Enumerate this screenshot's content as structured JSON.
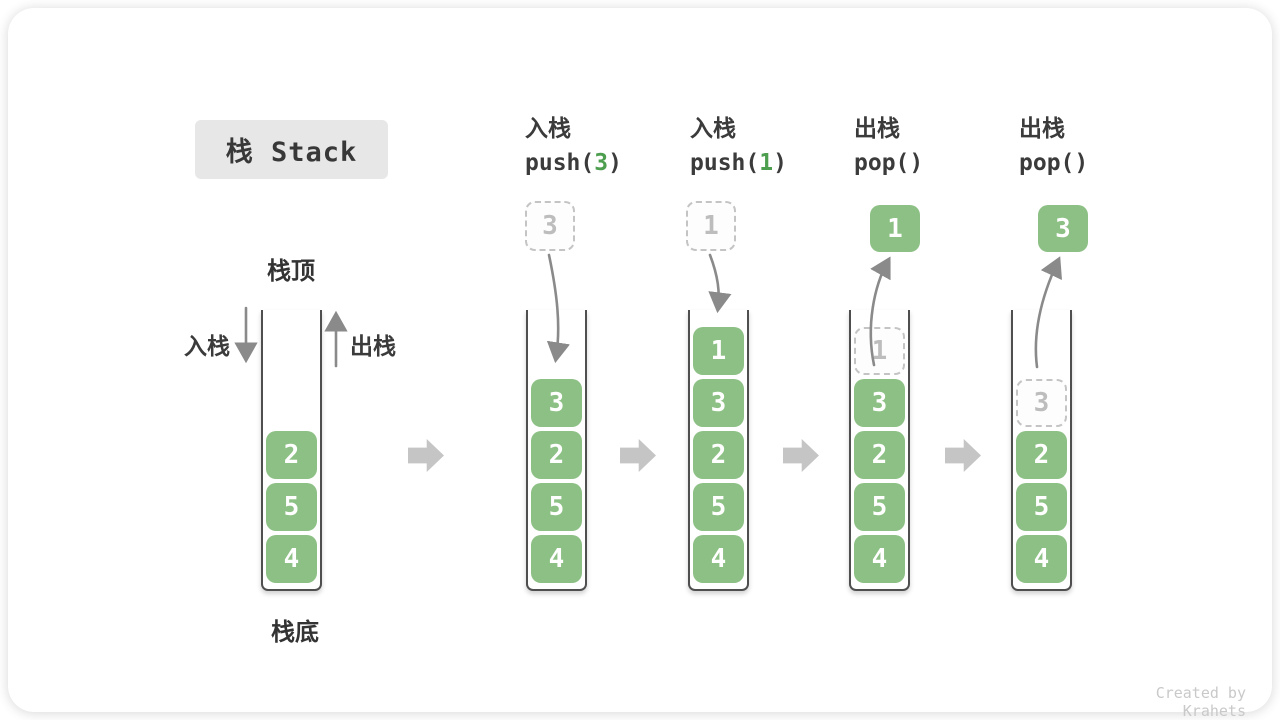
{
  "title": "栈 Stack",
  "labels": {
    "stack_top": "栈顶",
    "stack_bottom": "栈底",
    "push_side": "入栈",
    "pop_side": "出栈"
  },
  "operations": [
    {
      "label": "入栈",
      "code_pre": "push(",
      "arg": "3",
      "code_post": ")"
    },
    {
      "label": "入栈",
      "code_pre": "push(",
      "arg": "1",
      "code_post": ")"
    },
    {
      "label": "出栈",
      "code_pre": "pop(",
      "arg": "",
      "code_post": ")"
    },
    {
      "label": "出栈",
      "code_pre": "pop(",
      "arg": "",
      "code_post": ")"
    }
  ],
  "stacks": [
    {
      "name": "initial",
      "cells": [
        {
          "v": "2"
        },
        {
          "v": "5"
        },
        {
          "v": "4"
        }
      ]
    },
    {
      "name": "after-push-3",
      "incoming": {
        "v": "3"
      },
      "cells": [
        {
          "v": "3"
        },
        {
          "v": "2"
        },
        {
          "v": "5"
        },
        {
          "v": "4"
        }
      ]
    },
    {
      "name": "after-push-1",
      "incoming": {
        "v": "1"
      },
      "cells": [
        {
          "v": "1"
        },
        {
          "v": "3"
        },
        {
          "v": "2"
        },
        {
          "v": "5"
        },
        {
          "v": "4"
        }
      ]
    },
    {
      "name": "after-pop-1",
      "popped": {
        "v": "1"
      },
      "ghost": {
        "v": "1"
      },
      "cells": [
        {
          "v": "3"
        },
        {
          "v": "2"
        },
        {
          "v": "5"
        },
        {
          "v": "4"
        }
      ]
    },
    {
      "name": "after-pop-3",
      "popped": {
        "v": "3"
      },
      "ghost": {
        "v": "3"
      },
      "cells": [
        {
          "v": "2"
        },
        {
          "v": "5"
        },
        {
          "v": "4"
        }
      ]
    }
  ],
  "footer": "Created by Krahets",
  "colors": {
    "box_green": "#8CC084",
    "code_green": "#4D9E4F",
    "flow_arrow_gray": "#C5C5C5",
    "line_gray": "#8A8A8A",
    "tube_wall": "#4F4F4F",
    "title_bg": "#E7E7E7",
    "text_dark": "#3B3B3B",
    "ghost_border": "#C4C4C4",
    "ghost_text": "#BDBDBD",
    "footer_text": "#C9C9C9"
  }
}
